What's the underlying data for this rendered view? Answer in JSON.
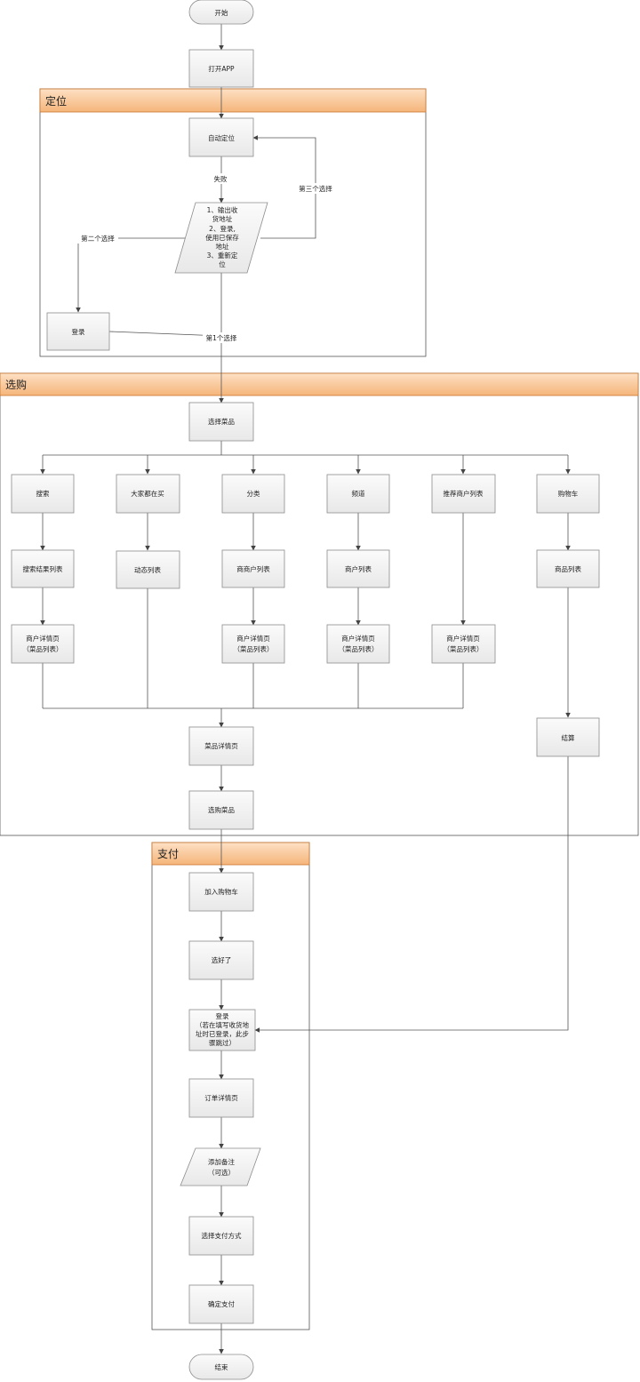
{
  "lanes": {
    "locate": "定位",
    "shop": "选购",
    "pay": "支付"
  },
  "nodes": {
    "start": "开始",
    "open_app": "打开APP",
    "auto_locate": "自动定位",
    "choices": [
      "1、输出收",
      "货地址",
      "2、登录,",
      "使用已保存",
      "地址",
      "3、重新定",
      "位"
    ],
    "login": "登录",
    "select_dish": "选择菜品",
    "search": "搜索",
    "everyone_buying": "大家都在买",
    "category": "分类",
    "channel": "频道",
    "recommended_merchants": "推荐商户列表",
    "cart": "购物车",
    "search_results": "搜索结果列表",
    "dynamic_list": "动态列表",
    "merchant_list_category": "商商户列表",
    "merchant_list_channel": "商户列表",
    "product_list": "商品列表",
    "merchant_detail_search": [
      "商户详情页",
      "（菜品列表）"
    ],
    "merchant_detail_category": [
      "商户详情页",
      "（菜品列表）"
    ],
    "merchant_detail_channel": [
      "商户详情页",
      "（菜品列表）"
    ],
    "merchant_detail_recommended": [
      "商户详情页",
      "（菜品列表）"
    ],
    "checkout": "结算",
    "dish_detail": "菜品详情页",
    "buy_dish": "选购菜品",
    "add_to_cart": "加入购物车",
    "done_selecting": "选好了",
    "login_pay": [
      "登录",
      "（若在填写收货地",
      "址时已登录，此步",
      "骤跳过）"
    ],
    "order_detail": "订单详情页",
    "add_note": [
      "添加备注",
      "（可选）"
    ],
    "choose_payment": "选择支付方式",
    "confirm_pay": "确定支付",
    "end": "结束"
  },
  "edges": {
    "fail": "失败",
    "third_choice": "第三个选择",
    "second_choice": "第二个选择",
    "first_choice": "第1个选择"
  },
  "colors": {
    "lane_header": "#f9c99a",
    "lane_border": "#c8762e",
    "box_fill": "#f2f2f2",
    "box_stroke": "#8c8c8c",
    "line": "#555555"
  }
}
